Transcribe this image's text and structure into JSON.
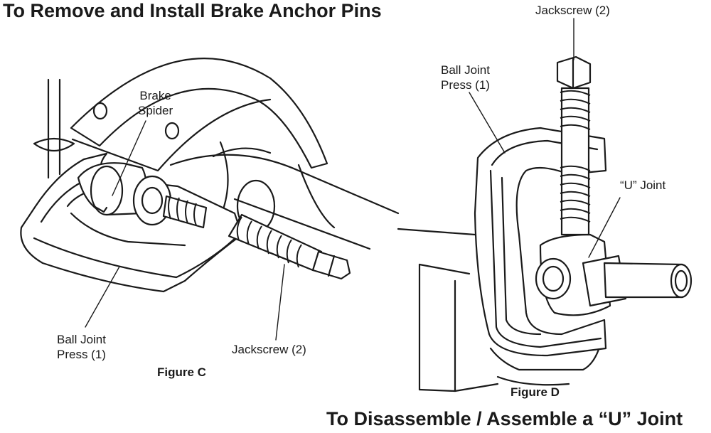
{
  "titles": {
    "left": "To Remove and Install Brake Anchor Pins",
    "right": "To Disassemble / Assemble a “U” Joint"
  },
  "figure_c": {
    "caption": "Figure C",
    "labels": {
      "brake_spider": [
        "Brake",
        "Spider"
      ],
      "ball_joint_press": [
        "Ball Joint",
        "Press (1)"
      ],
      "jackscrew": "Jackscrew (2)"
    }
  },
  "figure_d": {
    "caption": "Figure D",
    "labels": {
      "jackscrew": "Jackscrew (2)",
      "ball_joint_press": [
        "Ball Joint",
        "Press (1)"
      ],
      "u_joint": "“U” Joint"
    }
  }
}
